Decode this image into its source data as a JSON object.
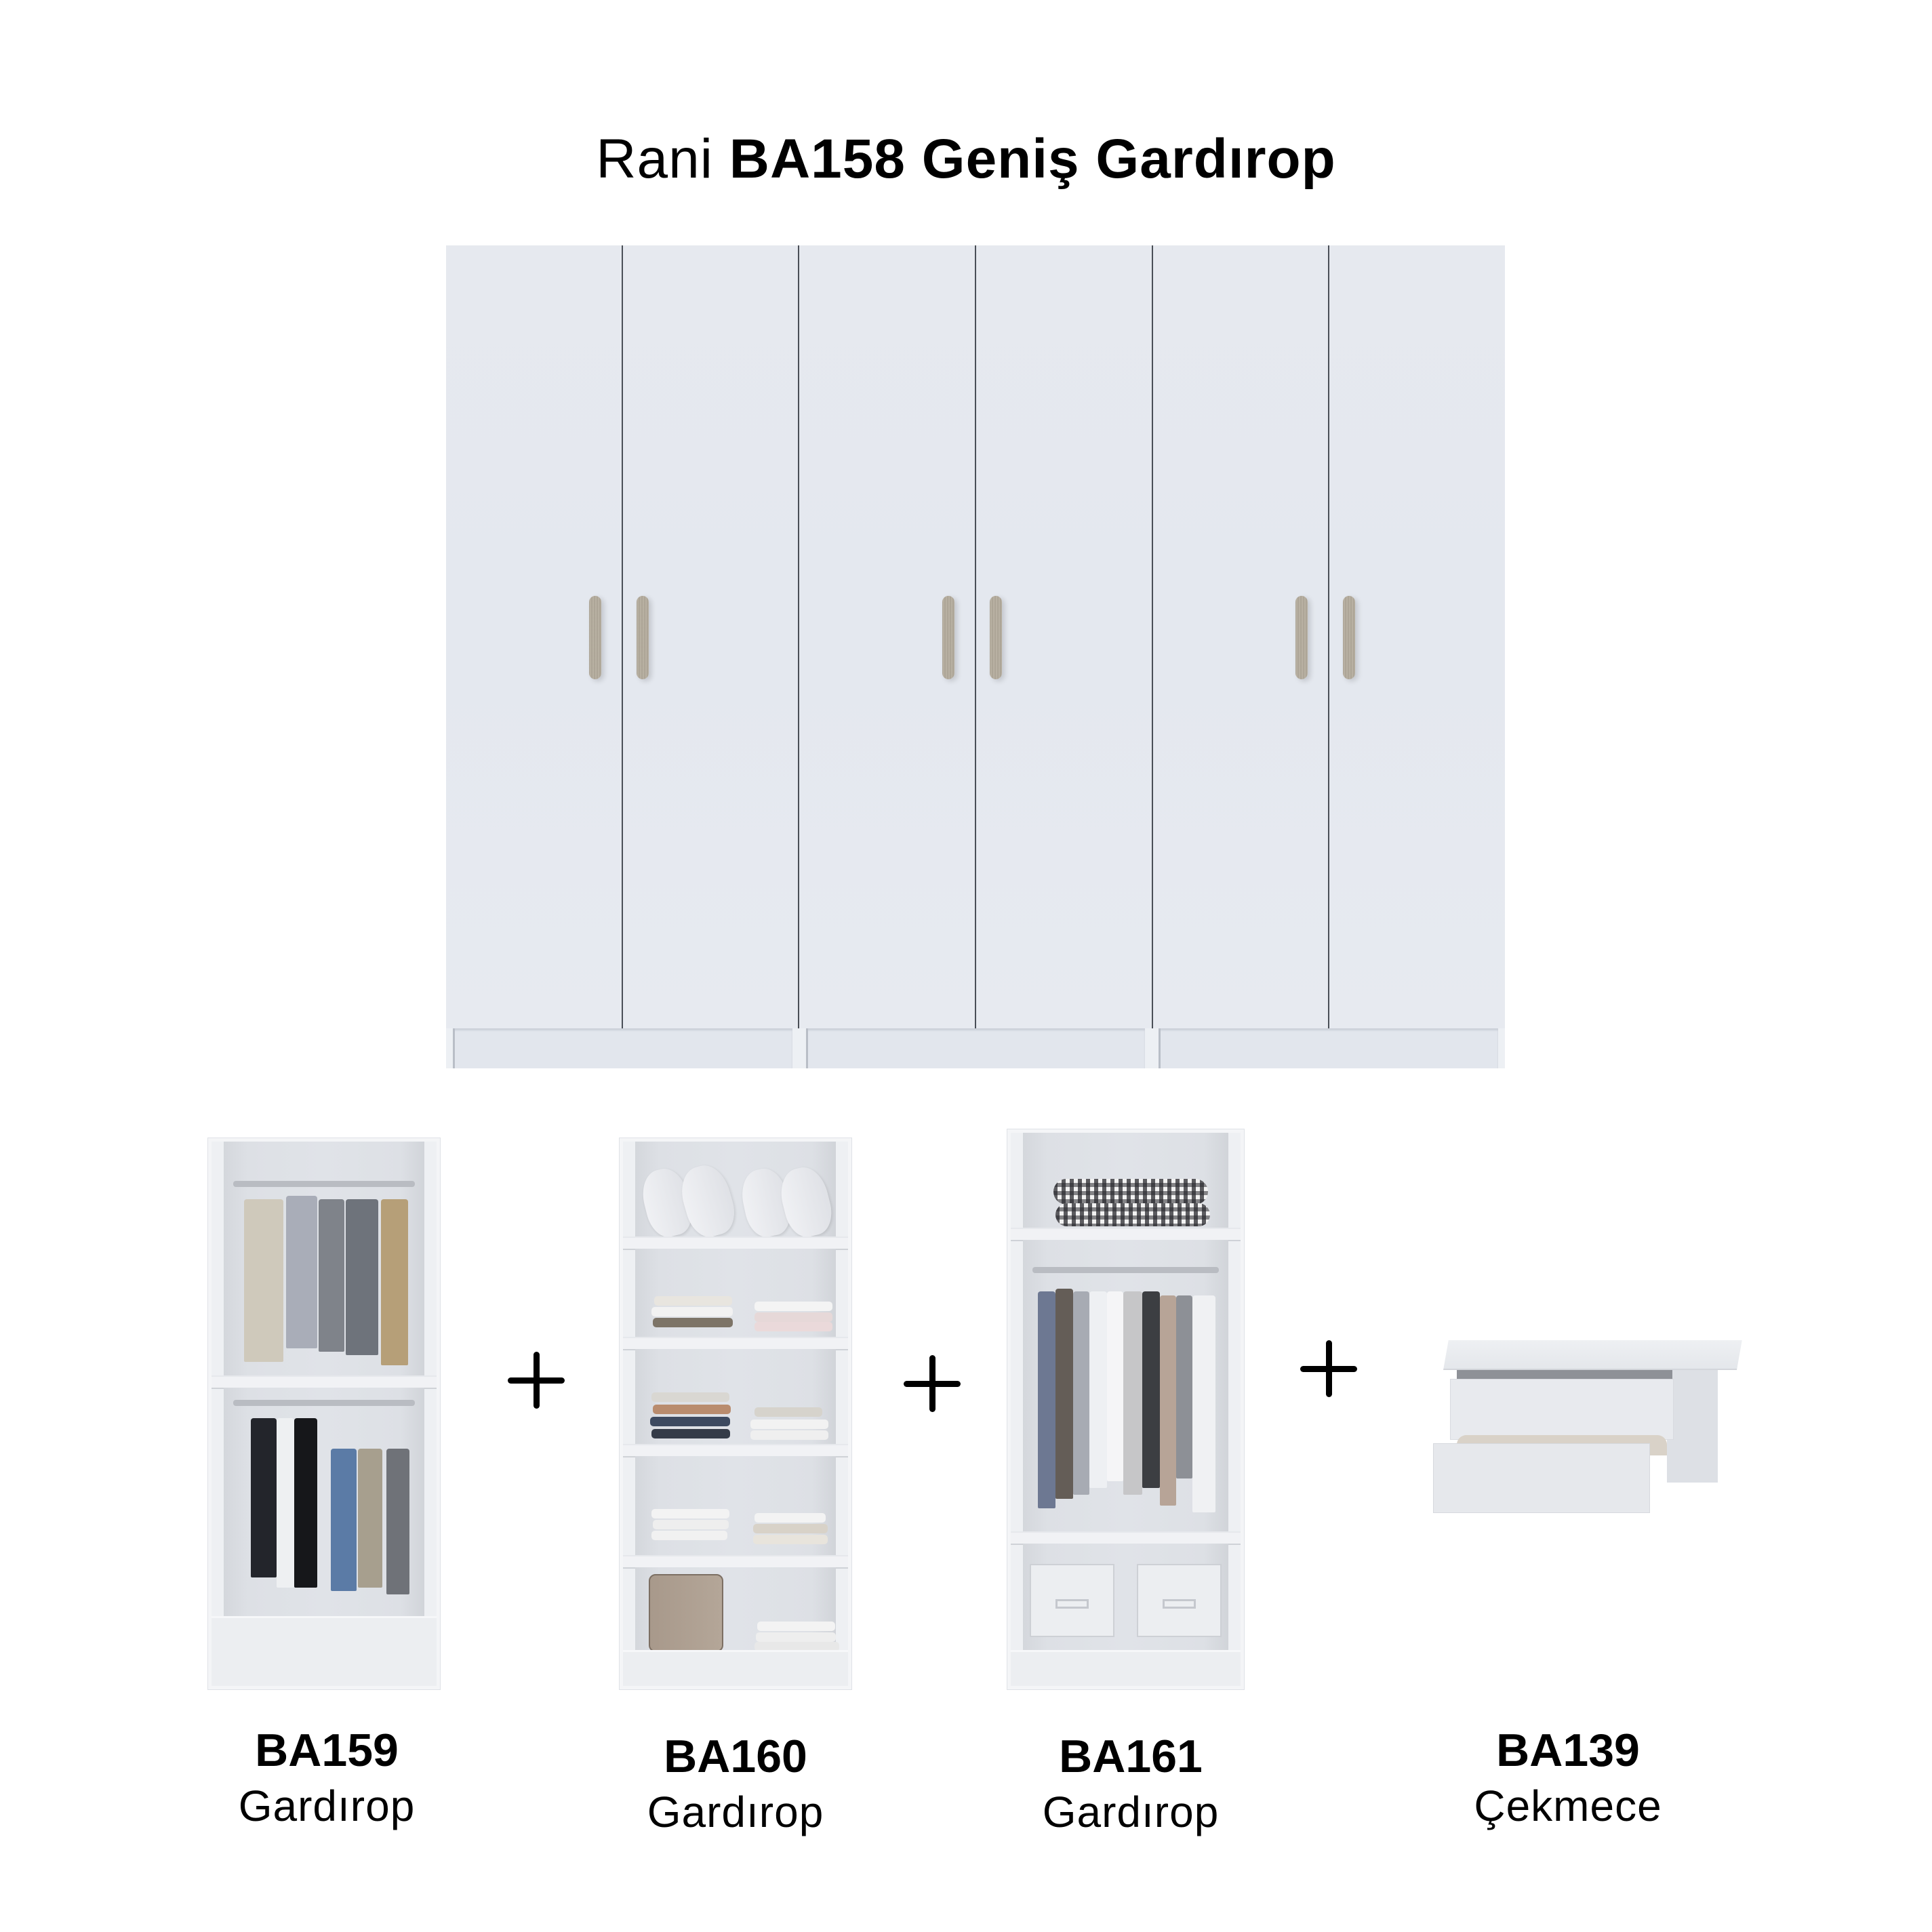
{
  "title": {
    "prefix": "Rani",
    "main": "BA158 Geniş Gardırop"
  },
  "main_product": {
    "name": "Rani BA158 Geniş Gardırop",
    "door_count": 6,
    "handle_count": 6,
    "colors": {
      "body": "#e5e8ee",
      "handle": "#b3ab9c",
      "seam": "#4a4f57"
    }
  },
  "components": [
    {
      "code": "BA159",
      "type": "Gardırop",
      "interior": "two hanging rails"
    },
    {
      "code": "BA160",
      "type": "Gardırop",
      "interior": "five shelves"
    },
    {
      "code": "BA161",
      "type": "Gardırop",
      "interior": "top shelf, hanging rail, bottom shelf"
    },
    {
      "code": "BA139",
      "type": "Çekmece",
      "interior": "two drawers"
    }
  ],
  "operators": [
    "+",
    "+",
    "+"
  ],
  "colors": {
    "background": "#ffffff",
    "text": "#000000"
  }
}
